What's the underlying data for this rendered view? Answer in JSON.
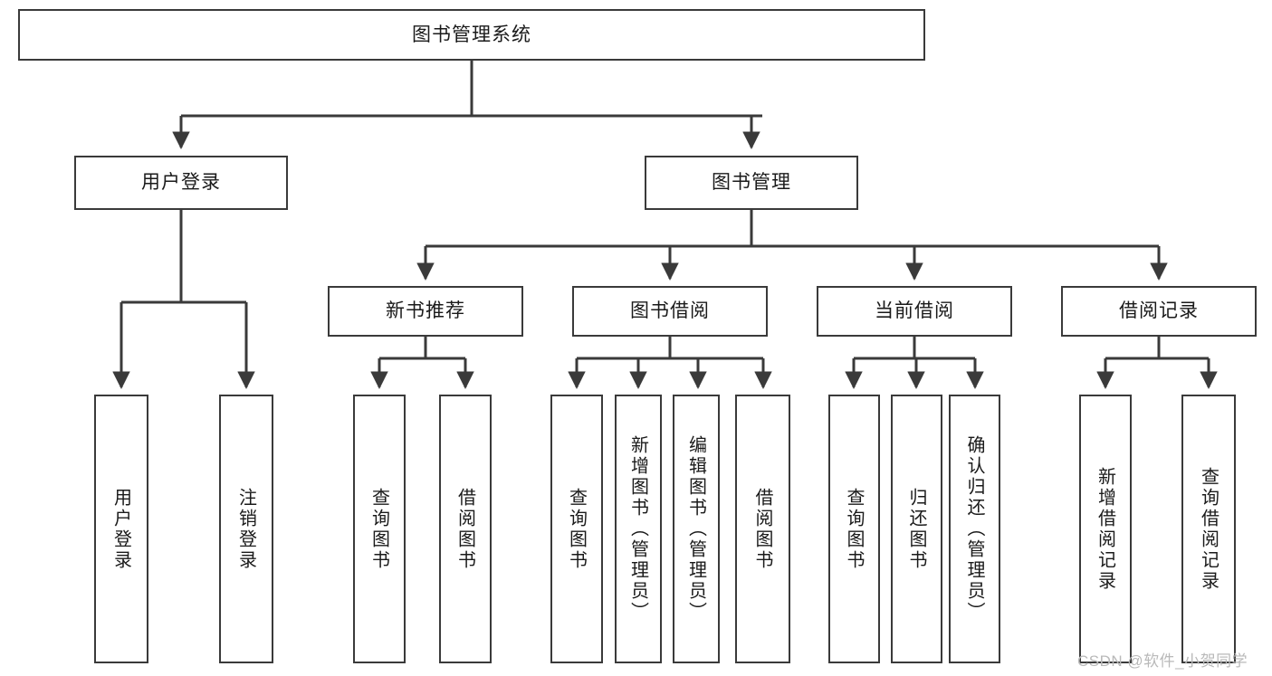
{
  "diagram": {
    "type": "tree",
    "title": "图书管理系统",
    "watermark": "CSDN @软件_小贺同学",
    "colors": {
      "box_border": "#3a3a3a",
      "line": "#3a3a3a",
      "background": "#ffffff",
      "watermark": "#b9b9b9"
    },
    "root": {
      "label": "图书管理系统"
    },
    "level1": [
      {
        "label": "用户登录"
      },
      {
        "label": "图书管理"
      }
    ],
    "level2": [
      {
        "label": "新书推荐"
      },
      {
        "label": "图书借阅"
      },
      {
        "label": "当前借阅"
      },
      {
        "label": "借阅记录"
      }
    ],
    "leaves": {
      "user_login": [
        {
          "label": "用户登录"
        },
        {
          "label": "注销登录"
        }
      ],
      "new_book_recommend": [
        {
          "label": "查询图书"
        },
        {
          "label": "借阅图书"
        }
      ],
      "book_borrow": [
        {
          "label": "查询图书"
        },
        {
          "label": "新增图书（管理员）"
        },
        {
          "label": "编辑图书（管理员）"
        },
        {
          "label": "借阅图书"
        }
      ],
      "current_borrow": [
        {
          "label": "查询图书"
        },
        {
          "label": "归还图书"
        },
        {
          "label": "确认归还（管理员）"
        }
      ],
      "borrow_record": [
        {
          "label": "新增借阅记录"
        },
        {
          "label": "查询借阅记录"
        }
      ]
    }
  }
}
